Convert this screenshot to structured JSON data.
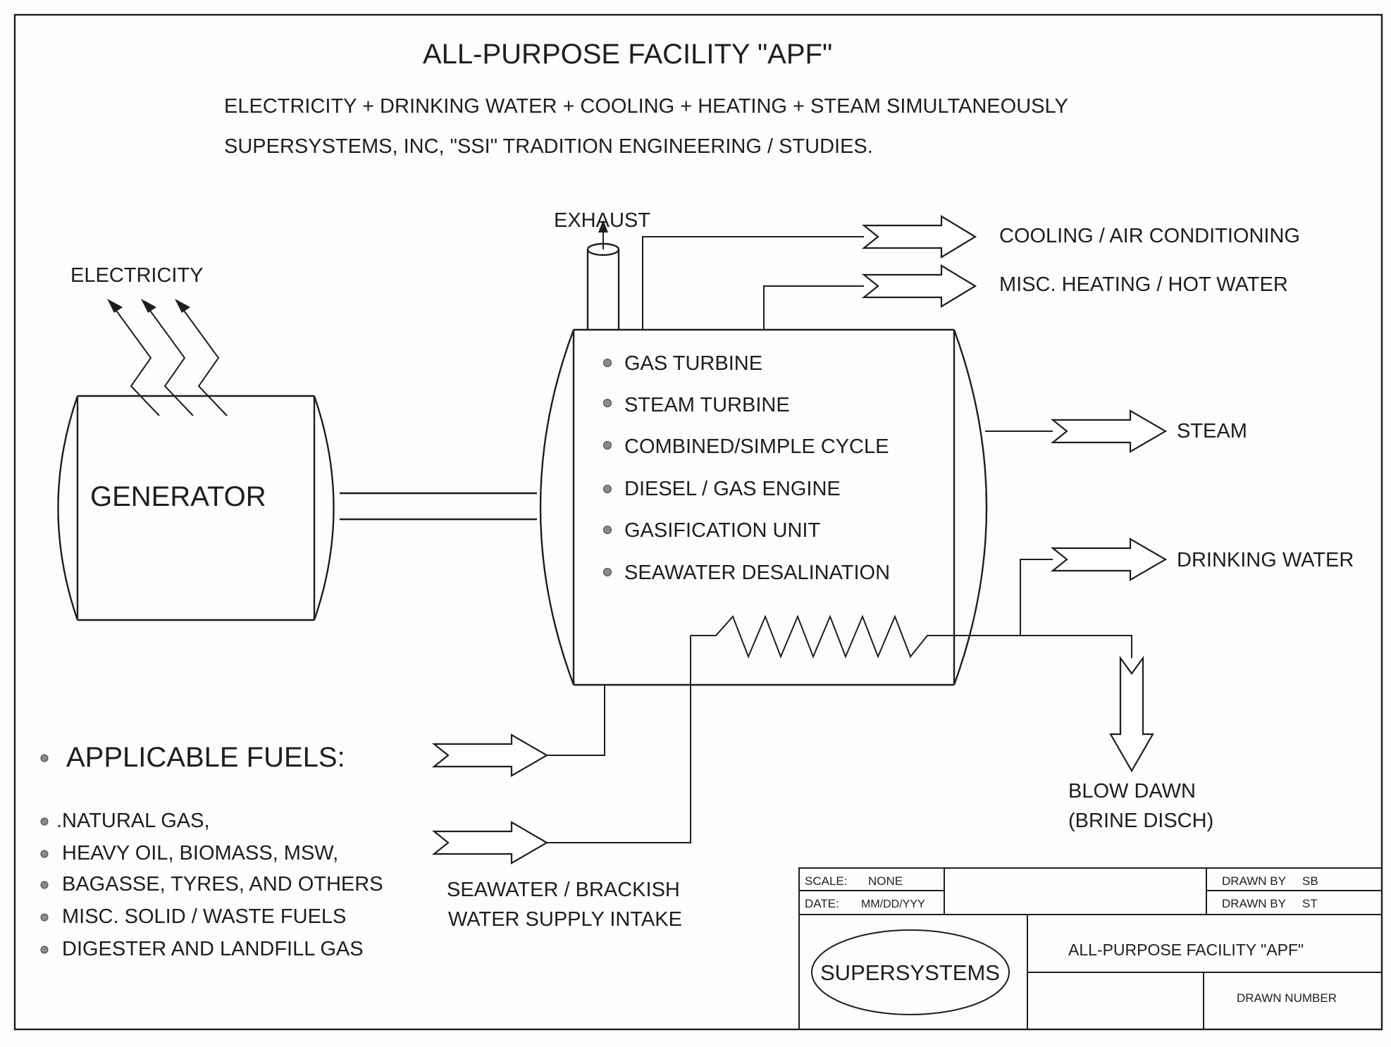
{
  "title": "ALL-PURPOSE FACILITY \"APF\"",
  "subtitle_line1": "ELECTRICITY + DRINKING WATER + COOLING + HEATING + STEAM SIMULTANEOUSLY",
  "subtitle_line2": "SUPERSYSTEMS, INC, \"SSI\" TRADITION ENGINEERING / STUDIES.",
  "labels": {
    "electricity": "ELECTRICITY",
    "generator": "GENERATOR",
    "exhaust": "EXHAUST",
    "cooling": "COOLING / AIR CONDITIONING",
    "heating": "MISC. HEATING / HOT WATER",
    "steam": "STEAM",
    "drinking_water": "DRINKING WATER",
    "blowdown_1": "BLOW DAWN",
    "blowdown_2": "(BRINE DISCH)",
    "seawater_1": "SEAWATER / BRACKISH",
    "seawater_2": "WATER SUPPLY INTAKE"
  },
  "plant_units": [
    "GAS TURBINE",
    "STEAM TURBINE",
    "COMBINED/SIMPLE CYCLE",
    "DIESEL / GAS ENGINE",
    "GASIFICATION UNIT",
    "SEAWATER DESALINATION"
  ],
  "fuels": {
    "heading": "APPLICABLE FUELS:",
    "items": [
      ".NATURAL GAS,",
      "HEAVY OIL, BIOMASS, MSW,",
      "BAGASSE, TYRES, AND OTHERS",
      "MISC. SOLID / WASTE FUELS",
      "DIGESTER AND LANDFILL GAS"
    ]
  },
  "title_block": {
    "scale_label": "SCALE:",
    "scale_value": "NONE",
    "date_label": "DATE:",
    "date_value": "MM/DD/YYY",
    "drawn_by_1_label": "DRAWN BY",
    "drawn_by_1_value": "SB",
    "drawn_by_2_label": "DRAWN BY",
    "drawn_by_2_value": "ST",
    "logo": "SUPERSYSTEMS",
    "drawing_title": "ALL-PURPOSE FACILITY \"APF\"",
    "drawn_number": "DRAWN NUMBER"
  }
}
